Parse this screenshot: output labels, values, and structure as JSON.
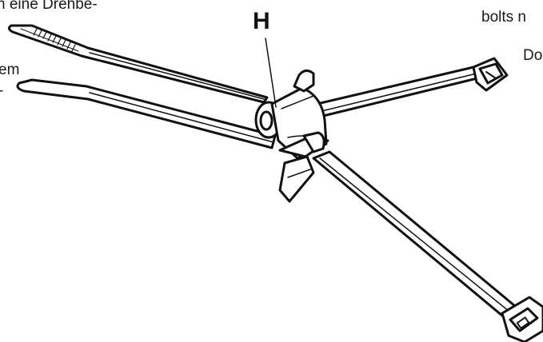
{
  "callout_label": "H",
  "text_fragments": {
    "left_line_1": "n eine Drehbe-",
    "left_line_2": "em",
    "left_line_3": "-",
    "right_line_1": "bolts n",
    "right_line_2": "Do"
  },
  "colors": {
    "stroke": "#111111",
    "fill": "#ffffff",
    "background": "#ffffff"
  }
}
